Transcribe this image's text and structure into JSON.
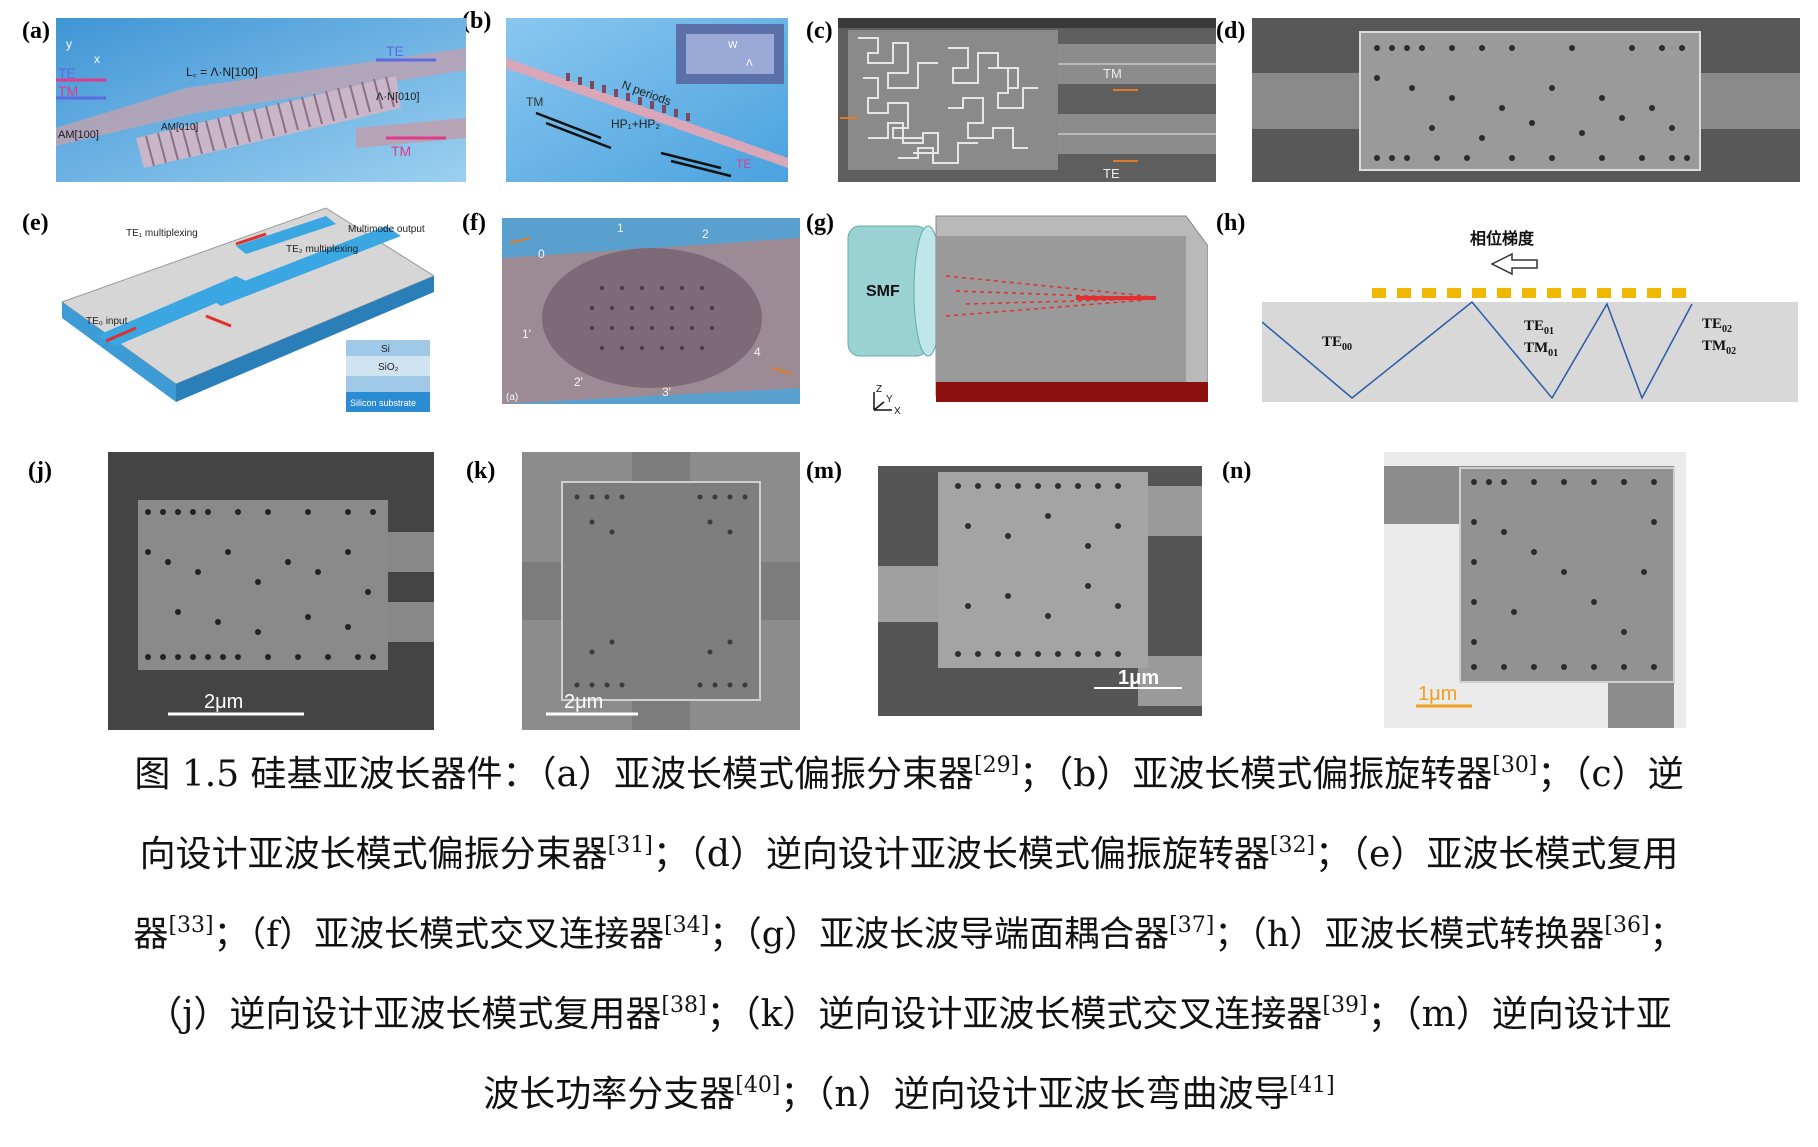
{
  "panel_labels": [
    "(a)",
    "(b)",
    "(c)",
    "(d)",
    "(e)",
    "(f)",
    "(g)",
    "(h)",
    "(j)",
    "(k)",
    "(m)",
    "(n)"
  ],
  "panels": {
    "a": {
      "te": "TE",
      "tm": "TM",
      "te_out": "TE",
      "tm_out": "TM",
      "lc": "L꜀ = Λ·N[100]",
      "period": "Λ·N[010]",
      "am": "AM[100]",
      "am2": "AM[010]",
      "ax_y": "y",
      "ax_x": "x"
    },
    "b": {
      "n_periods": "N periods",
      "tm": "TM",
      "te": "TE",
      "modes": "HP₁+HP₂",
      "w": "W",
      "lambda": "Λ"
    },
    "c": {
      "tm": "TM",
      "te": "TE"
    },
    "e": {
      "te1": "TE₁ multiplexing",
      "te2": "TE₂ multiplexing",
      "multimode": "Multimode output",
      "te0_input": "TE₀ input",
      "si": "Si",
      "sio2": "SiO₂",
      "substrate": "Silicon substrate"
    },
    "f": {
      "ports": [
        "0",
        "1",
        "2",
        "1'",
        "2'",
        "3'",
        "4"
      ],
      "inset": "(a)"
    },
    "g": {
      "smf": "SMF",
      "ax_z": "Z",
      "ax_y": "Y",
      "ax_x": "X"
    },
    "h": {
      "phase": "相位梯度",
      "te00": "TE",
      "te00_sub": "00",
      "te01": "TE",
      "te01_sub": "01",
      "tm01": "TM",
      "tm01_sub": "01",
      "te02": "TE",
      "te02_sub": "02",
      "tm02": "TM",
      "tm02_sub": "02"
    },
    "j": {
      "scale": "2μm"
    },
    "k": {
      "scale": "2μm"
    },
    "m": {
      "scale": "1μm"
    },
    "n": {
      "scale": "1μm"
    }
  },
  "caption": {
    "line1": {
      "pre": "图 1.5  硅基亚波长器件：（a）亚波长模式偏振分束器",
      "r1": "[29]",
      "mid1": "；（b）亚波长模式偏振旋转器",
      "r2": "[30]",
      "end": "；（c）逆"
    },
    "line2": {
      "pre": "向设计亚波长模式偏振分束器",
      "r1": "[31]",
      "mid1": "；（d）逆向设计亚波长模式偏振旋转器",
      "r2": "[32]",
      "end": "；（e）亚波长模式复用"
    },
    "line3": {
      "pre": "器",
      "r1": "[33]",
      "mid1": "；（f）亚波长模式交叉连接器",
      "r2": "[34]",
      "mid2": "；（g）亚波长波导端面耦合器",
      "r3": "[37]",
      "mid3": "；（h）亚波长模式转换器",
      "r4": "[36]",
      "end": "；"
    },
    "line4": {
      "pre": "（j）逆向设计亚波长模式复用器",
      "r1": "[38]",
      "mid1": "；（k）逆向设计亚波长模式交叉连接器",
      "r2": "[39]",
      "end": "；（m）逆向设计亚"
    },
    "line5": {
      "pre": "波长功率分支器",
      "r1": "[40]",
      "mid1": "；（n）逆向设计亚波长弯曲波导",
      "r2": "[41]"
    }
  }
}
